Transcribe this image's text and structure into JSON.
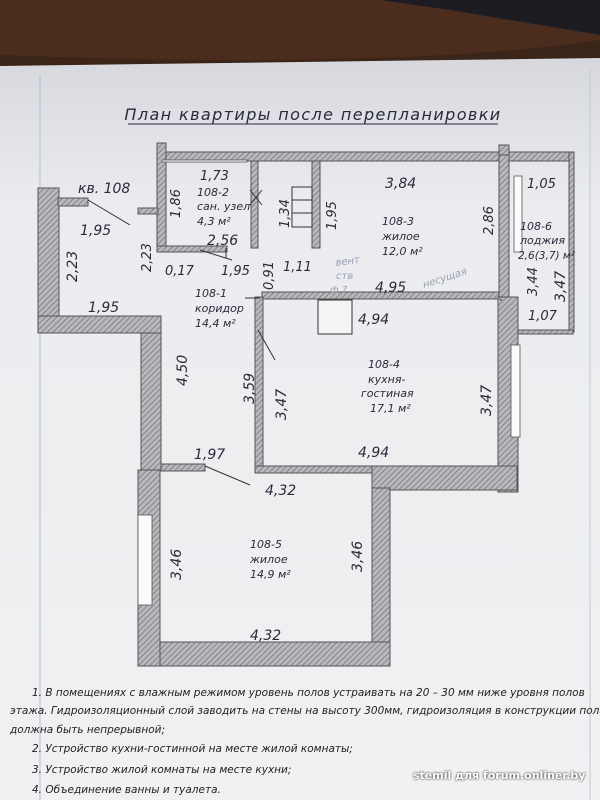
{
  "title": "План квартиры после перепланировки",
  "apartment": "кв. 108",
  "rooms": [
    {
      "id": "108-1",
      "name": "коридор",
      "area": "14,4 м²"
    },
    {
      "id": "108-2",
      "name": "сан. узел",
      "area": "4,3 м²"
    },
    {
      "id": "108-3",
      "name": "жилое",
      "area": "12,0 м²"
    },
    {
      "id": "108-4",
      "name": "кухня-",
      "name2": "гостиная",
      "area": "17,1 м²"
    },
    {
      "id": "108-5",
      "name": "жилое",
      "area": "14,9 м²"
    },
    {
      "id": "108-6",
      "name": "лоджия",
      "area": "2,6(3,7) м²"
    }
  ],
  "dimensions": [
    "1,73",
    "1,86",
    "1,34",
    "1,95",
    "3,84",
    "1,05",
    "2,86",
    "1,95",
    "2,23",
    "2,56",
    "2,23",
    "0,17",
    "1,95",
    "0,91",
    "1,11",
    "4,95",
    "3,44",
    "3,47",
    "1,95",
    "4,94",
    "1,07",
    "4,50",
    "3,59",
    "3,47",
    "3,47",
    "1,97",
    "4,94",
    "4,32",
    "3,46",
    "3,46",
    "4,32"
  ],
  "handwritten": {
    "vent": "вент",
    "vent2": "ств",
    "vent3": "ф ?",
    "bearing": "несущая"
  },
  "notes": [
    "1.    В помещениях с влажным режимом уровень полов устраивать на 20 – 30 мм ниже уровня полов",
    "этажа. Гидроизоляционный слой заводить на стены на высоту 300мм, гидроизоляция в конструкции пола",
    "должна быть непрерывной;",
    "2.    Устройство кухни-гостинной на месте жилой комнаты;",
    "3.    Устройство  жилой комнаты на месте кухни;",
    "4.    Объединение ванны и туалета."
  ],
  "watermark": "stemil для forum.onliner.by",
  "colors": {
    "paper": "#eeeef0",
    "wall": "#8f8f8f",
    "ink": "#2a2a3a",
    "background": "#3b2418",
    "pencil": "#9aa0b0"
  }
}
